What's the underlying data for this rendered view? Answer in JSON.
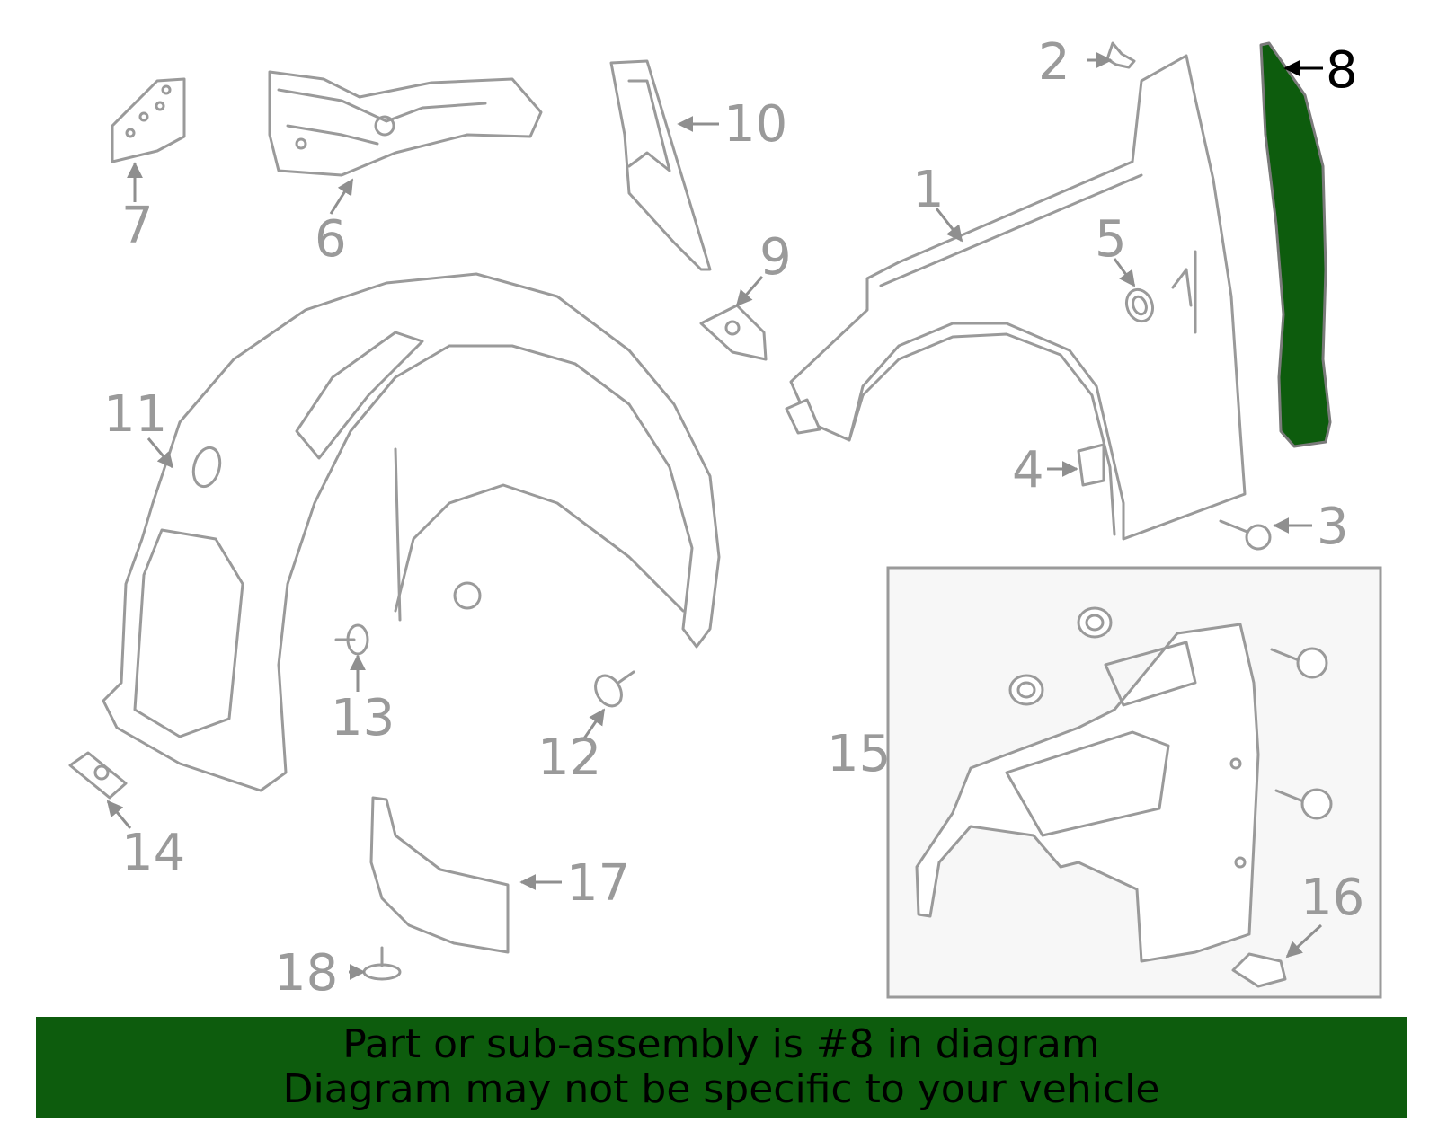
{
  "callouts": {
    "c1": "1",
    "c2": "2",
    "c3": "3",
    "c4": "4",
    "c5": "5",
    "c6": "6",
    "c7": "7",
    "c8": "8",
    "c9": "9",
    "c10": "10",
    "c11": "11",
    "c12": "12",
    "c13": "13",
    "c14": "14",
    "c15": "15",
    "c16": "16",
    "c17": "17",
    "c18": "18"
  },
  "highlighted_part": "8",
  "colors": {
    "highlight": "#0d5c0d",
    "line": "#9a9a9a",
    "box_fill": "#f7f7f7"
  },
  "footer": {
    "line1": "Part or sub-assembly is #8 in diagram",
    "line2": "Diagram may not be specific to your vehicle"
  }
}
